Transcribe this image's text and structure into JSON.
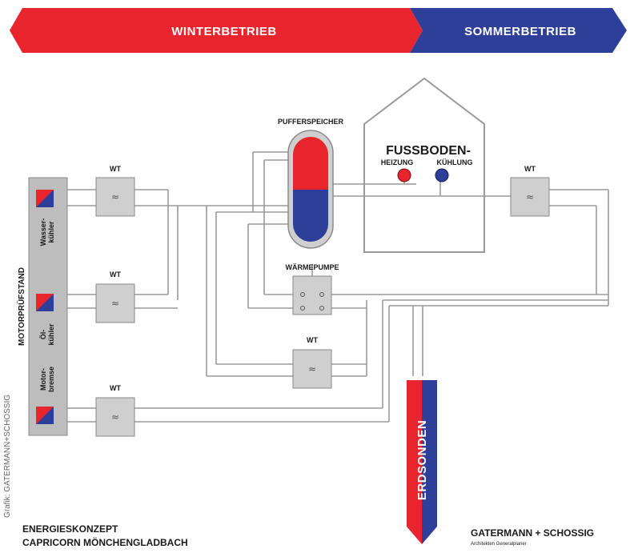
{
  "banner": {
    "winter": "WINTERBETRIEB",
    "summer": "SOMMERBETRIEB",
    "winter_color": "#e8242c",
    "summer_color": "#2e3f9a"
  },
  "test_stand": {
    "title": "MOTORPRÜFSTAND",
    "units": [
      {
        "line1": "Wasser-",
        "line2": "kühler"
      },
      {
        "line1": "Öl-",
        "line2": "kühler"
      },
      {
        "line1": "Motor-",
        "line2": "bremse"
      }
    ]
  },
  "heat_exchanger_label": "WT",
  "buffer": {
    "label": "PUFFERSPEICHER"
  },
  "floor": {
    "title": "FUSSBODEN-",
    "heating": "HEIZUNG",
    "cooling": "KÜHLUNG"
  },
  "heat_pump": {
    "label": "WÄRMEPUMPE"
  },
  "probes": {
    "label": "ERDSONDEN"
  },
  "footer": {
    "line1": "ENERGIESKONZEPT",
    "line2": "CAPRICORN MÖNCHENGLADBACH",
    "company": "GATERMANN + SCHOSSIG",
    "company_sub": "Architekten Generalplaner"
  },
  "credit": "Grafik: GATERMANN+SCHOSSIG",
  "colors": {
    "hot": "#e8242c",
    "cold": "#2e3f9a",
    "box": "#cfcfcf",
    "stand": "#bdbdbd",
    "pipe": "#8a8a8a"
  }
}
